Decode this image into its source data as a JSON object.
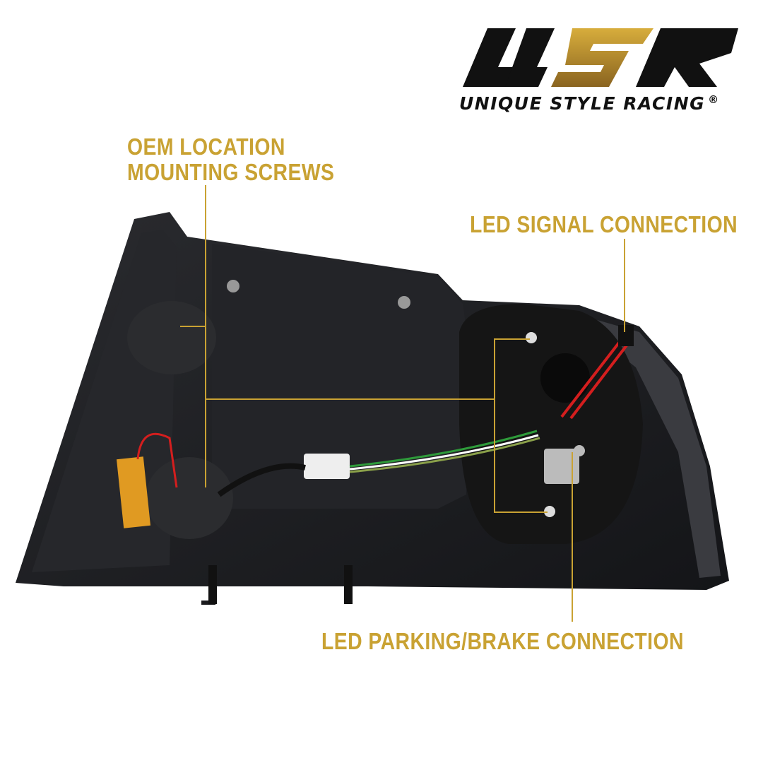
{
  "logo": {
    "mark": "USR",
    "tagline": "UNIQUE STYLE RACING",
    "registered": "®",
    "gold": "#c59a2e",
    "black": "#111111"
  },
  "callouts": {
    "mounting_screws": {
      "line1": "OEM LOCATION",
      "line2": "MOUNTING SCREWS"
    },
    "signal": "LED SIGNAL CONNECTION",
    "parking_brake": "LED PARKING/BRAKE CONNECTION"
  },
  "colors": {
    "callout": "#c9a233",
    "housing": "#1c1d20"
  }
}
